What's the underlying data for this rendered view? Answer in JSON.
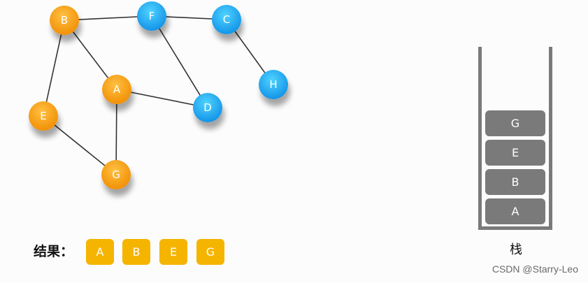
{
  "graph": {
    "nodes": [
      {
        "id": "B",
        "group": "visited"
      },
      {
        "id": "F",
        "group": "unvisited"
      },
      {
        "id": "C",
        "group": "unvisited"
      },
      {
        "id": "A",
        "group": "visited"
      },
      {
        "id": "D",
        "group": "unvisited"
      },
      {
        "id": "H",
        "group": "unvisited"
      },
      {
        "id": "E",
        "group": "visited"
      },
      {
        "id": "G",
        "group": "visited"
      }
    ],
    "edges": [
      [
        "B",
        "F"
      ],
      [
        "F",
        "C"
      ],
      [
        "B",
        "A"
      ],
      [
        "B",
        "E"
      ],
      [
        "F",
        "D"
      ],
      [
        "C",
        "H"
      ],
      [
        "A",
        "D"
      ],
      [
        "A",
        "G"
      ],
      [
        "E",
        "G"
      ]
    ]
  },
  "colors": {
    "visited": "#f5a623",
    "unvisited": "#1aa6f0",
    "edge": "#333333",
    "result_box": "#f5b400",
    "stack_item": "#7a7a7a"
  },
  "result": {
    "label": "结果：",
    "items": [
      "A",
      "B",
      "E",
      "G"
    ]
  },
  "stack": {
    "label": "栈",
    "items_top_to_bottom": [
      "G",
      "E",
      "B",
      "A"
    ]
  },
  "watermark": "CSDN @Starry-Leo"
}
